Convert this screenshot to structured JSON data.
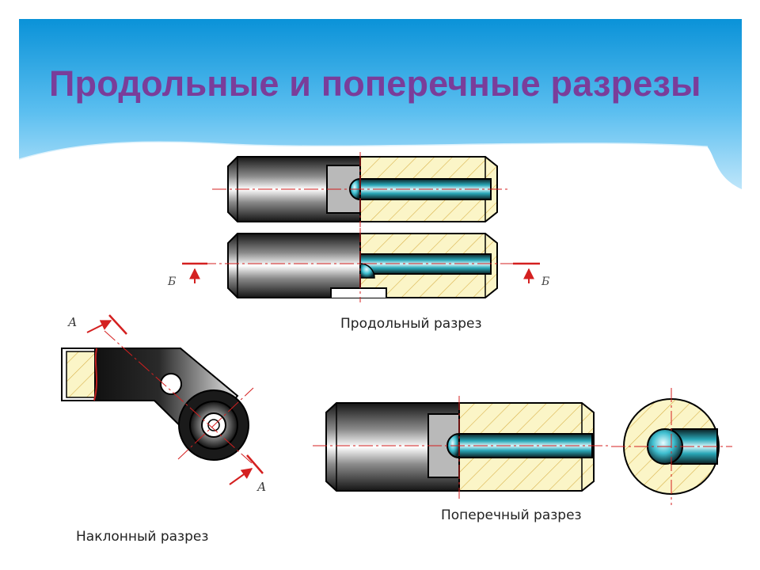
{
  "title": "Продольные  и поперечные разрезы",
  "captions": {
    "longitudinal": "Продольный разрез",
    "oblique": "Наклонный разрез",
    "cross": "Поперечный разрез"
  },
  "marks": {
    "section_b": "Б",
    "section_a": "А"
  },
  "colors": {
    "title": "#7a3d9a",
    "header_top": "#0a92d8",
    "header_bottom": "#bfe6fa",
    "hatch_fill": "#fbf5c7",
    "hatch_line": "#d8b24a",
    "axis_line": "#d42020",
    "bore": "#43c6d6"
  }
}
